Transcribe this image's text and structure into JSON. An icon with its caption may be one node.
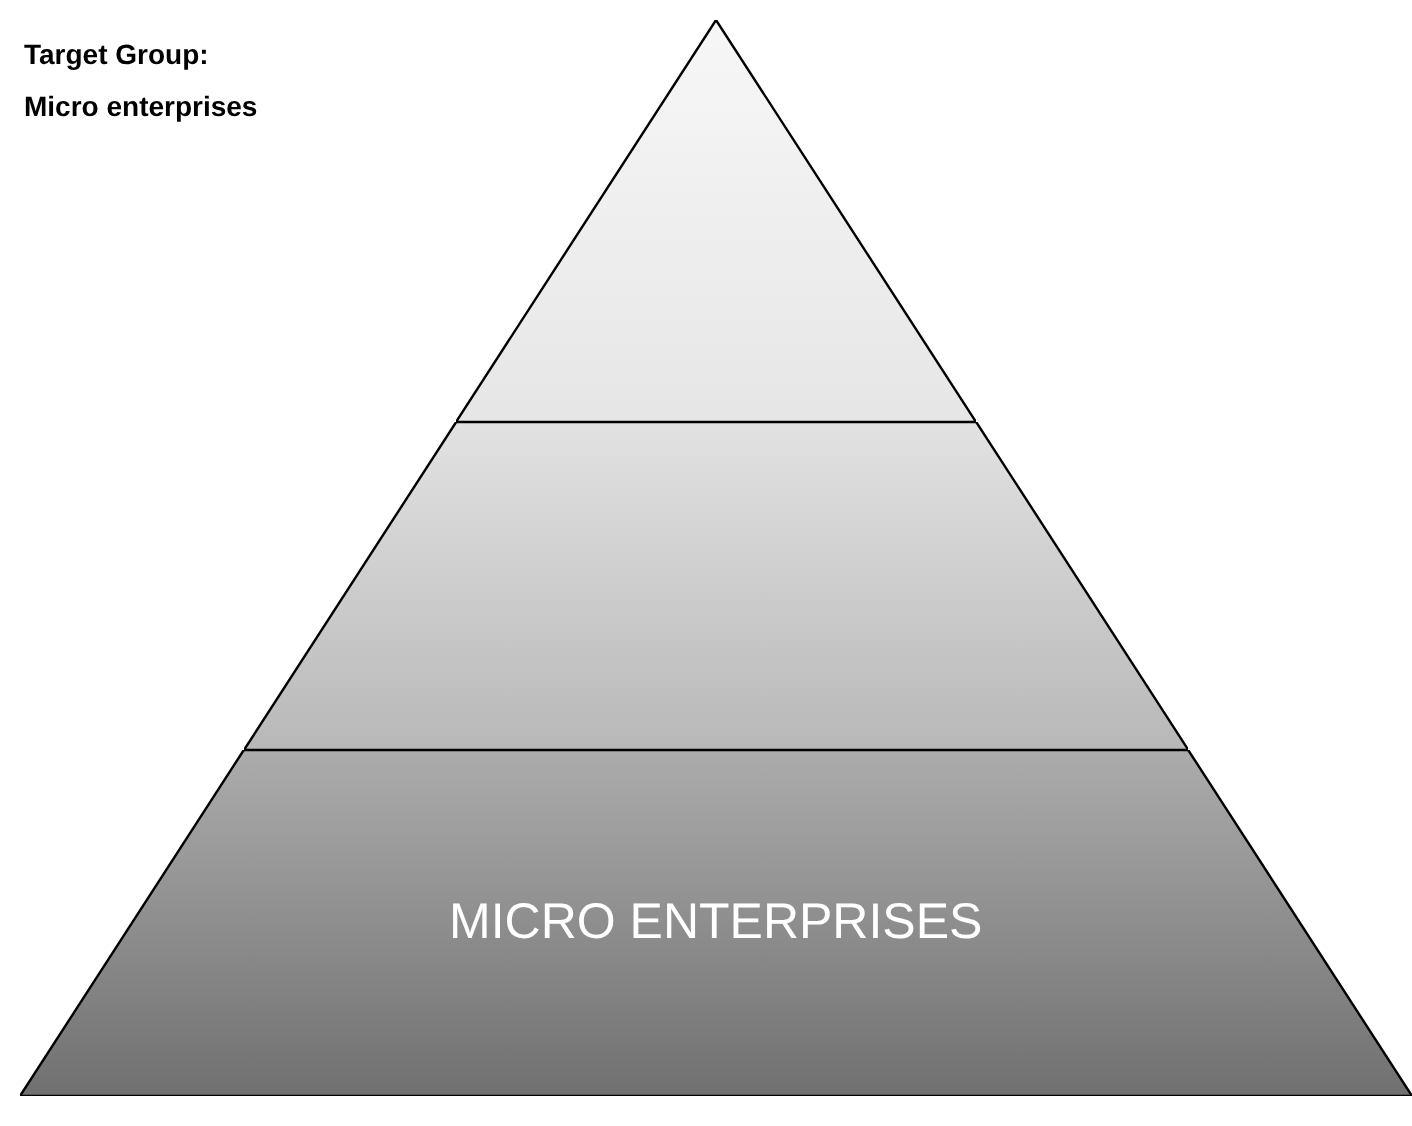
{
  "diagram": {
    "nodes": [
      {
        "text": [],
        "shape": "triangle"
      },
      {
        "text": [],
        "shape": "trapezoid"
      },
      {
        "text": [
          "MICRO ENTERPRISES"
        ]
      }
    ],
    "labels": [
      "Target Group: Micro enterprises"
    ]
  }
}
